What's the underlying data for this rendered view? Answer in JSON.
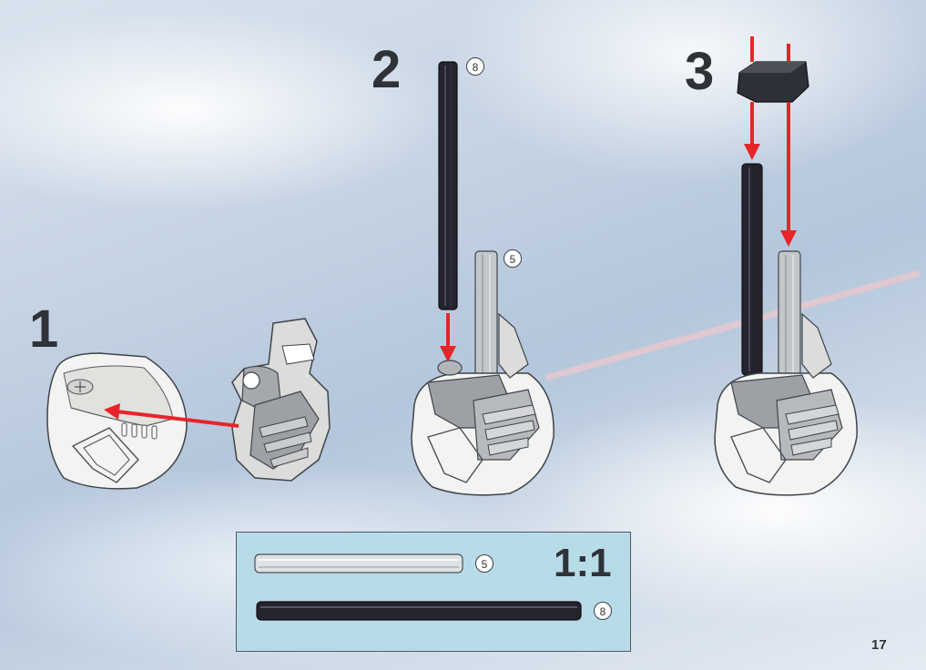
{
  "steps": [
    {
      "number": "1"
    },
    {
      "number": "2",
      "callout": "8",
      "callout_b": "5"
    },
    {
      "number": "3"
    }
  ],
  "parts_box": {
    "ratio": "1:1",
    "parts": [
      {
        "callout": "5"
      },
      {
        "callout": "8"
      }
    ]
  },
  "page_number": "17",
  "colors": {
    "arrow": "#e8242a",
    "dark_axle": "#24232e",
    "light_axle": "#bfc3c6",
    "parts_box_bg": "#b8dbe8"
  }
}
